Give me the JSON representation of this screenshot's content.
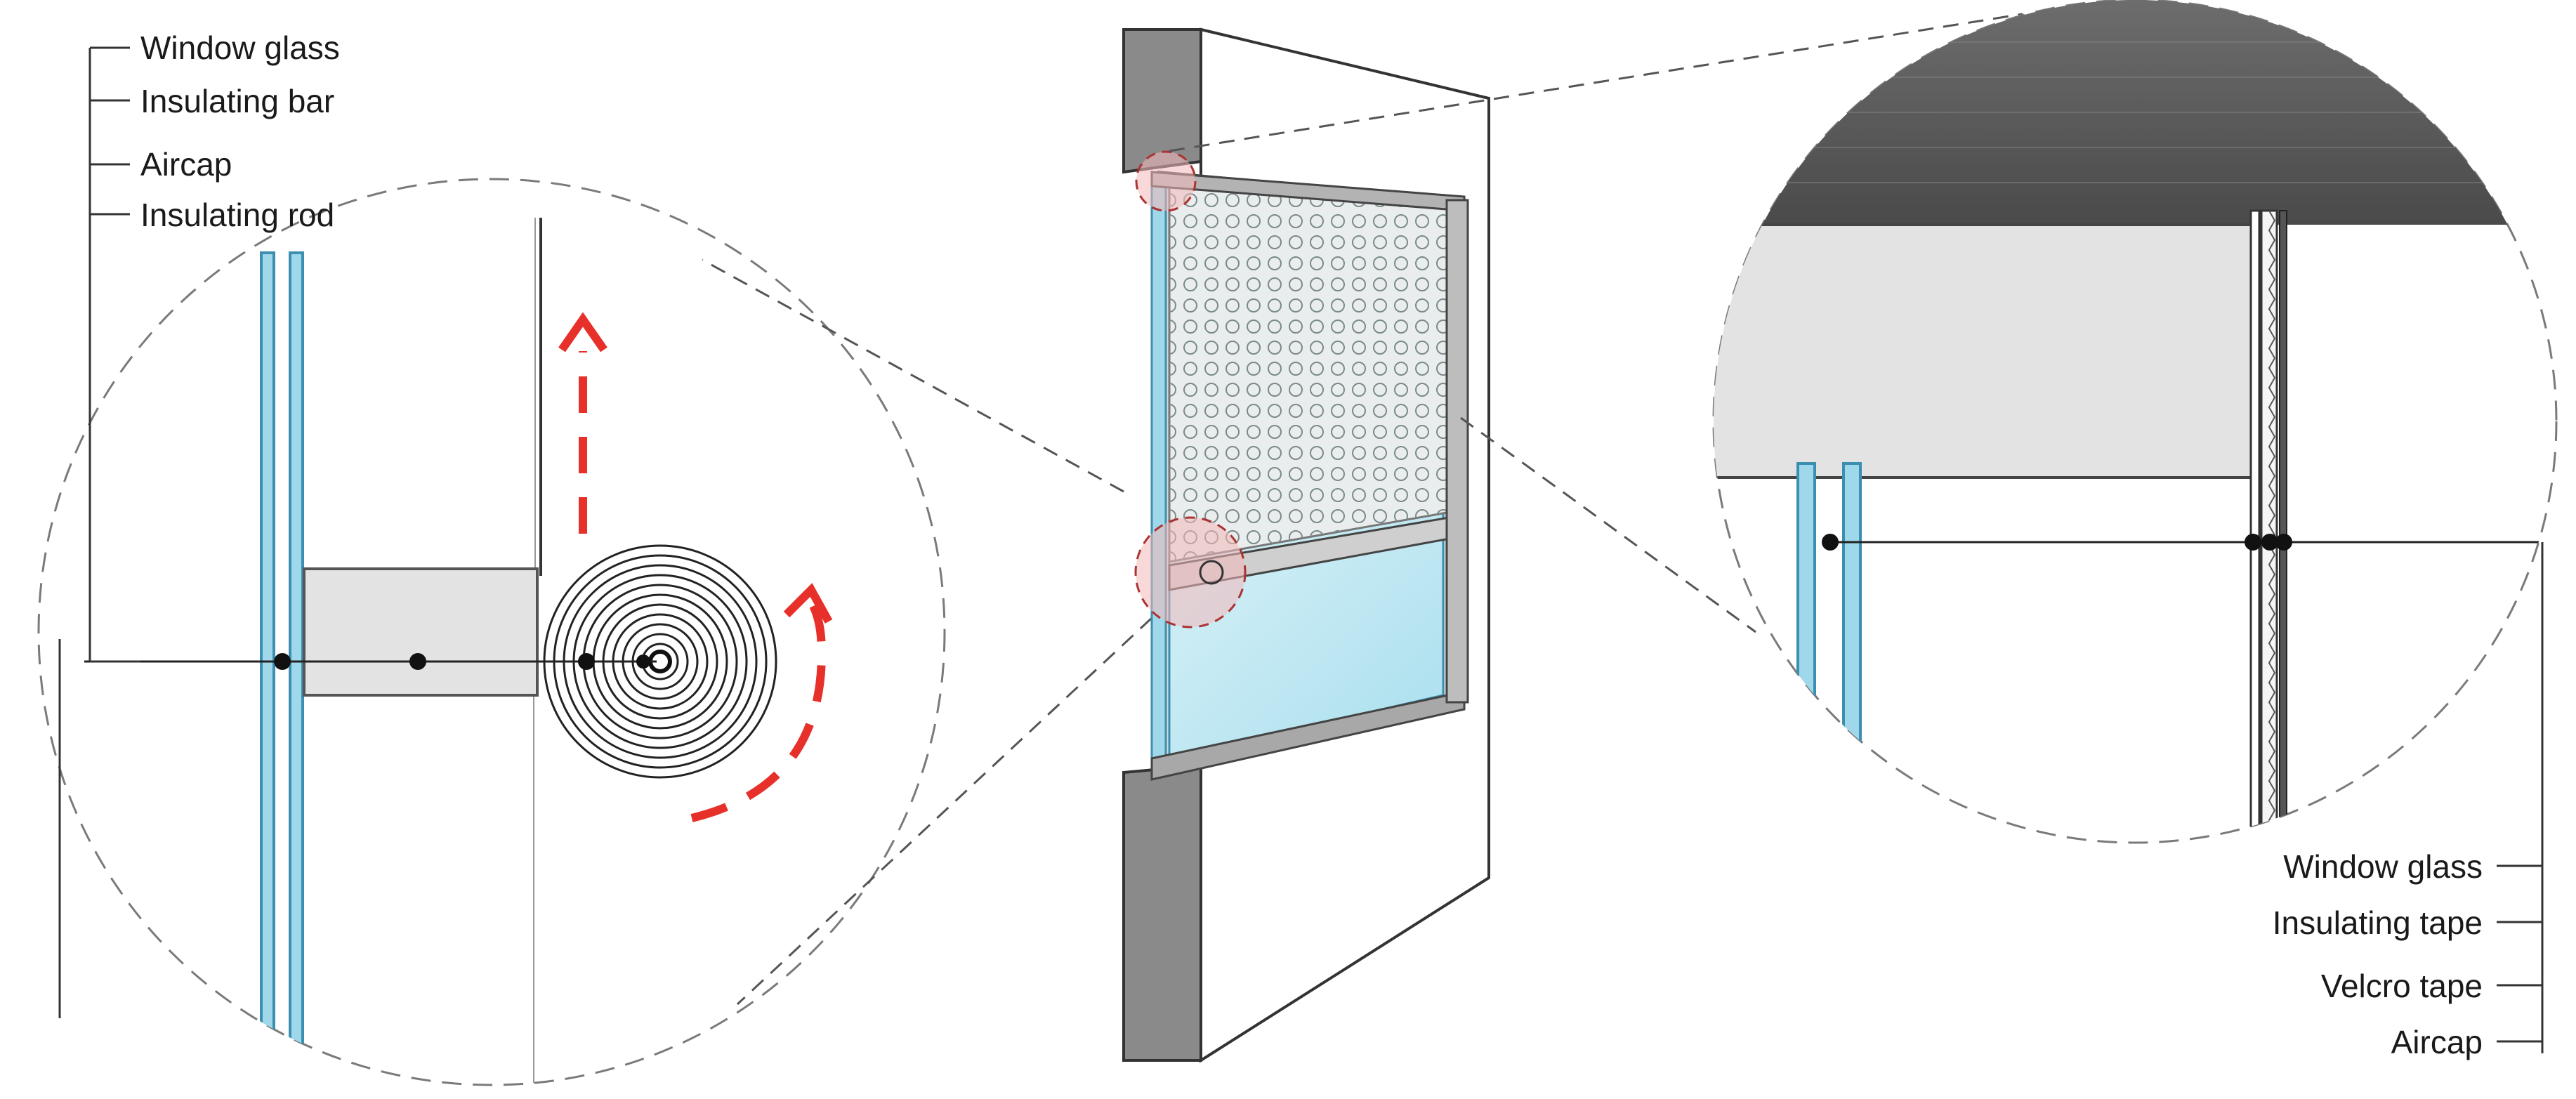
{
  "left_callout": {
    "labels": [
      "Window glass",
      "Insulating bar",
      "Aircap",
      "Insulating rod"
    ]
  },
  "right_callout": {
    "labels": [
      "Window glass",
      "Insulating tape",
      "Velcro tape",
      "Aircap"
    ]
  },
  "colors": {
    "glass": "#9fd8ea",
    "glass_edge": "#3c8fb0",
    "wall": "#8a8a8a",
    "rod_fill": "#e6e6e6",
    "highlight": "#f2b8b8",
    "arrow": "#e8302a",
    "line": "#222222"
  },
  "icons": {
    "roll_up_arrow": "red-dashed-up-arrow",
    "rotate_arrow": "red-dashed-curved-arrow"
  }
}
